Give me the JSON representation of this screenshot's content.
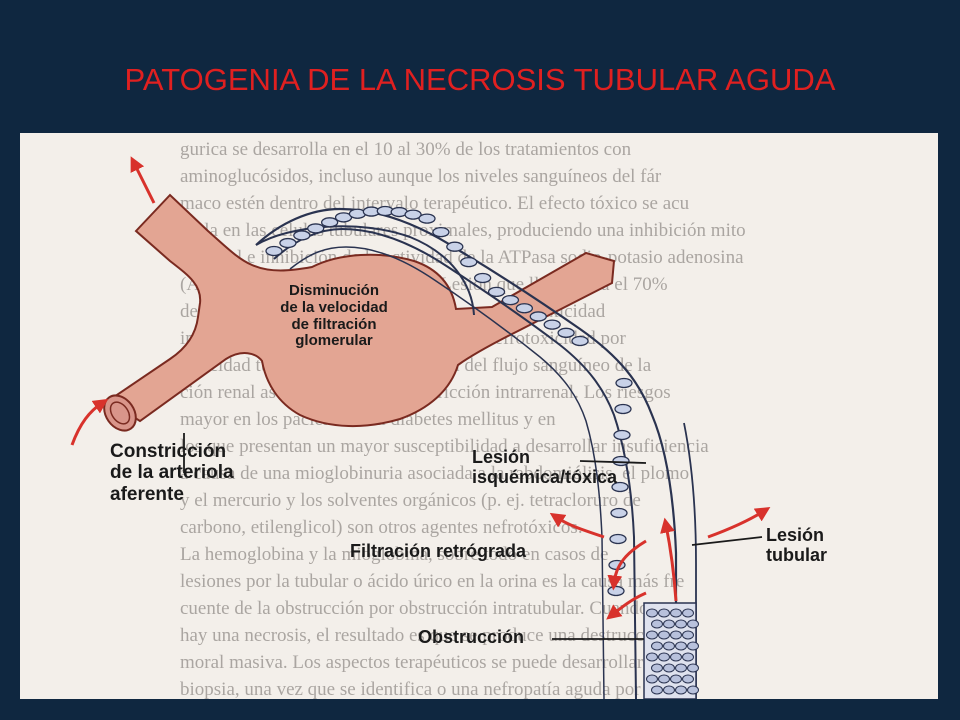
{
  "title": "PATOGENIA DE LA NECROSIS TUBULAR AGUDA",
  "figure": {
    "labels": {
      "gfr_line1": "Disminución",
      "gfr_line2": "de la velocidad",
      "gfr_line3": "de filtración",
      "gfr_line4": "glomerular",
      "afferent_line1": "Constricción",
      "afferent_line2": "de la arteriola",
      "afferent_line3": "aferente",
      "lesion_line1": "Lesión",
      "lesion_line2": "isquémica/tóxica",
      "backleak": "Filtración retrógrada",
      "tubular_line1": "Lesión",
      "tubular_line2": "tubular",
      "obstruction": "Obstrucción"
    },
    "colors": {
      "vessel": "#e3a593",
      "vessel_outline": "#7a2a20",
      "arrow": "#d8322c",
      "cell": "#c9d2e8",
      "cell_outline": "#2a3350",
      "background_page": "#f3efea",
      "title": "#e02020",
      "slide_bg": "#0f2740"
    },
    "background_text_lines": [
      "gurica se desarrolla en el 10 al 30% de los tratamientos con",
      "aminoglucósidos, incluso aunque los niveles sanguíneos del fár",
      "maco estén dentro del intervalo terapéutico. El efecto tóxico se acu",
      "mula en las células tubulares proximales, produciendo una inhibición mito",
      "condrial e inhibición de la actividad de la ATPasa sodio-potasio adenosina",
      "(ATP) y del transporte de solutos. Lesión que llega hasta el 70%",
      "de los tratamientos con contraste. Es una nefrotoxicidad",
      "inducida por agentes de contraste. Es la nefrotoxicidad por",
      "toxicidad tubular directa y reducción del flujo sanguíneo de la",
      "ción renal asociada con vasoconstricción intrarrenal. Los riesgos",
      "mayor en los pacientes con diabetes mellitus y en",
      "los que presentan un mayor susceptibilidad a desarrollar insuficiencia",
      "a causa de una mioglobinuria asociada a la rabdomiólisis, el plomo",
      "y el mercurio y los solventes orgánicos (p. ej. tetracloruro de",
      "carbono, etilenglicol) son otros agentes nefrotóxicos.",
      "La hemoglobina y la mioglobina, sobre todo en casos de",
      "lesiones por la tubular o ácido úrico en la orina es la causa más fre",
      "cuente de la obstrucción por obstrucción intratubular. Cuando",
      "hay una necrosis, el resultado es que se produce una destrucción de",
      "moral masiva. Los aspectos terapéuticos se puede desarrollar tras la",
      "biopsia, una vez que se identifica o una nefropatía aguda por"
    ]
  }
}
